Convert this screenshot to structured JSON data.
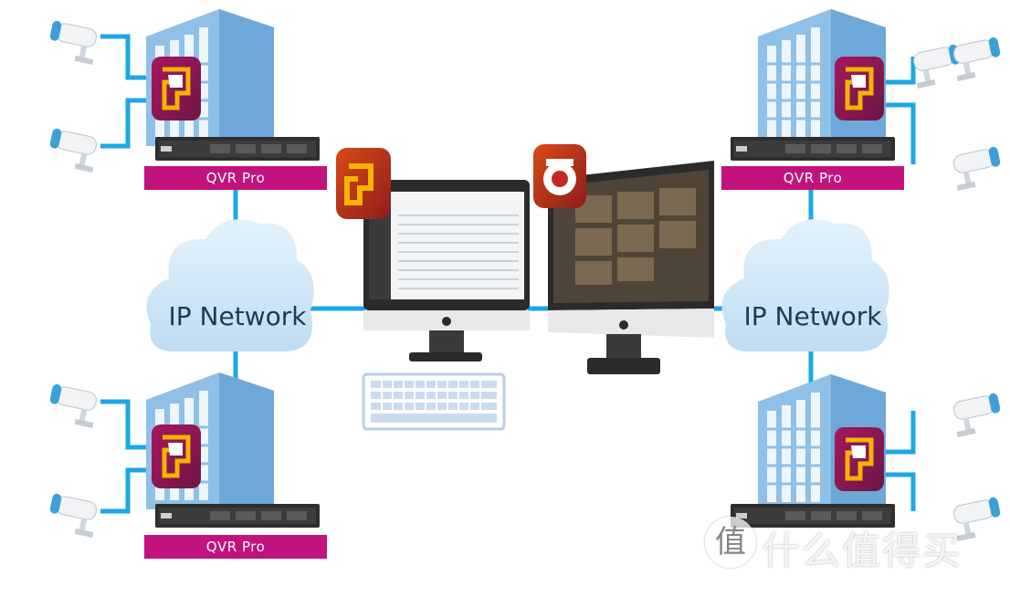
{
  "sites": [
    {
      "id": "top-left",
      "nas_label": "QVR Pro"
    },
    {
      "id": "top-right",
      "nas_label": "QVR Pro"
    },
    {
      "id": "bottom-left",
      "nas_label": "QVR Pro"
    },
    {
      "id": "bottom-right",
      "nas_label": ""
    }
  ],
  "clouds": [
    {
      "id": "left",
      "label": "IP Network"
    },
    {
      "id": "right",
      "label": "IP Network"
    }
  ],
  "watermark": {
    "logo_text": "值",
    "text": "什么值得买"
  },
  "colors": {
    "link": "#1aa7e6",
    "building": "#7fb6e4",
    "building_dark": "#4f8fc8",
    "cloud": "#c9e4f6",
    "qvr_banner": "#c2127e",
    "app_icon": "#8e1d5a",
    "monitor": "#2a2a2a",
    "keyboard": "#b9cfe6"
  }
}
